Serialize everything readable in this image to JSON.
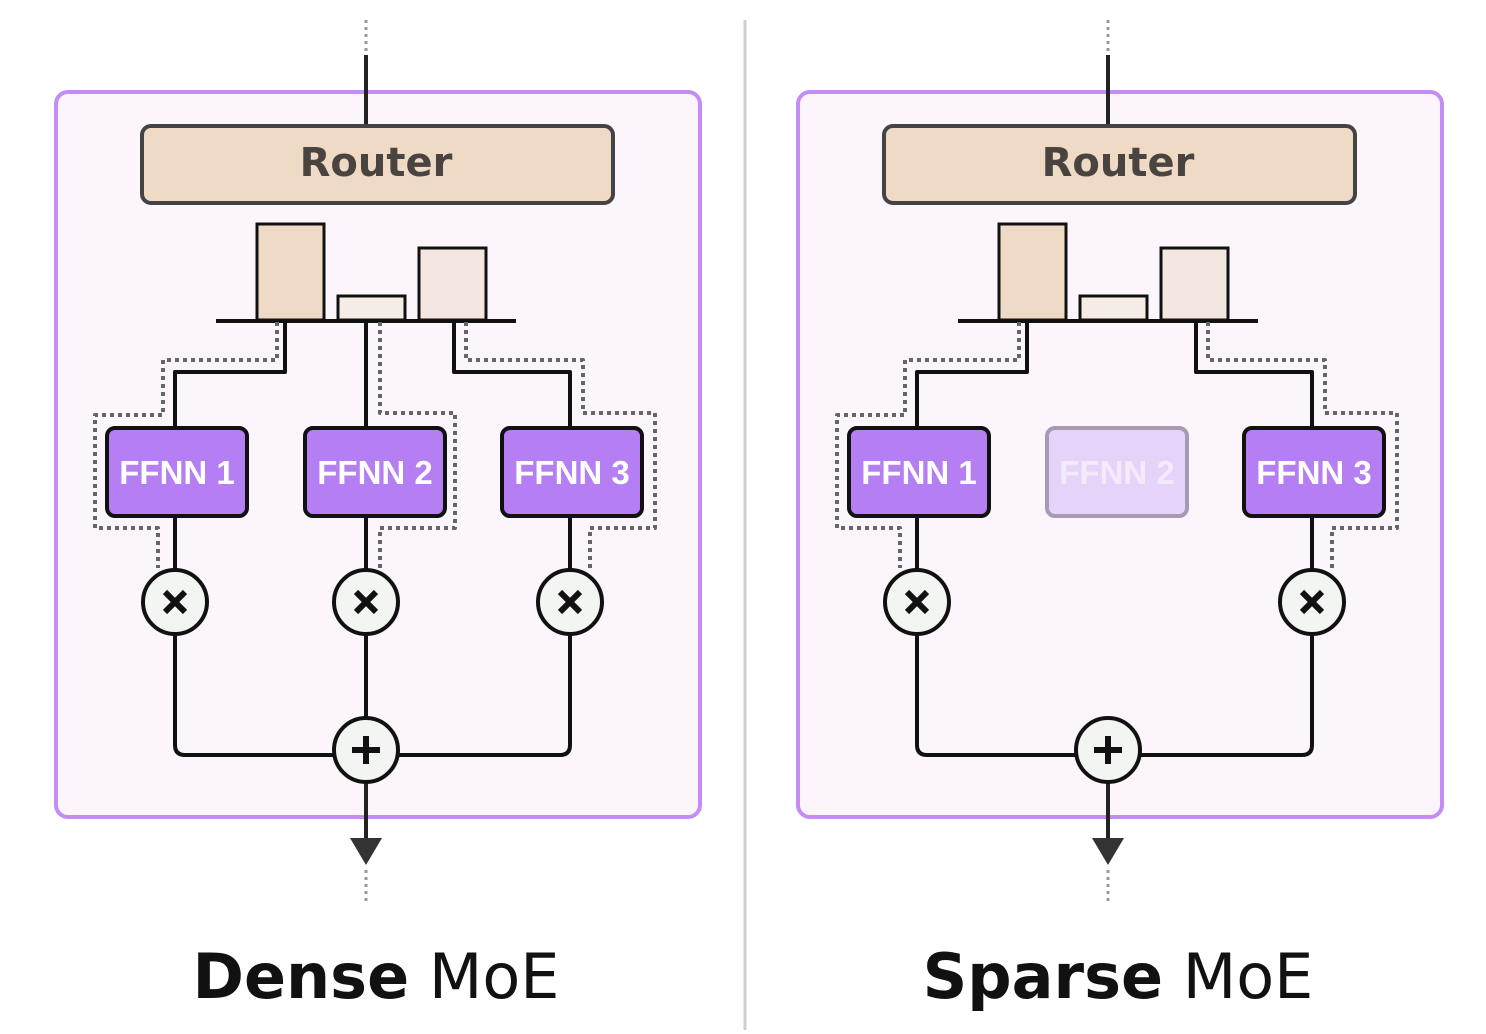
{
  "panels": [
    {
      "title_bold": "Dense",
      "title_rest": " MoE",
      "router_label": "Router",
      "router_weights": [
        0.8,
        0.2,
        0.6
      ],
      "experts": [
        {
          "label": "FFNN 1",
          "active": true
        },
        {
          "label": "FFNN 2",
          "active": true
        },
        {
          "label": "FFNN 3",
          "active": true
        }
      ]
    },
    {
      "title_bold": "Sparse",
      "title_rest": " MoE",
      "router_label": "Router",
      "router_weights": [
        0.8,
        0.2,
        0.6
      ],
      "experts": [
        {
          "label": "FFNN 1",
          "active": true
        },
        {
          "label": "FFNN 2",
          "active": false
        },
        {
          "label": "FFNN 3",
          "active": true
        }
      ]
    }
  ],
  "operators": {
    "multiply": "×",
    "add": "+"
  },
  "colors": {
    "panel_border": "#c48cf5",
    "panel_fill": "#fcf6fc",
    "router_fill": "#efdac6",
    "bar_fills": [
      "#efdac6",
      "#f6ece6",
      "#f4e6e0"
    ],
    "expert_fill": "#b57ef2",
    "expert_inactive_fill": "#e6d3f9",
    "line": "#111111",
    "dotted": "#666666"
  }
}
